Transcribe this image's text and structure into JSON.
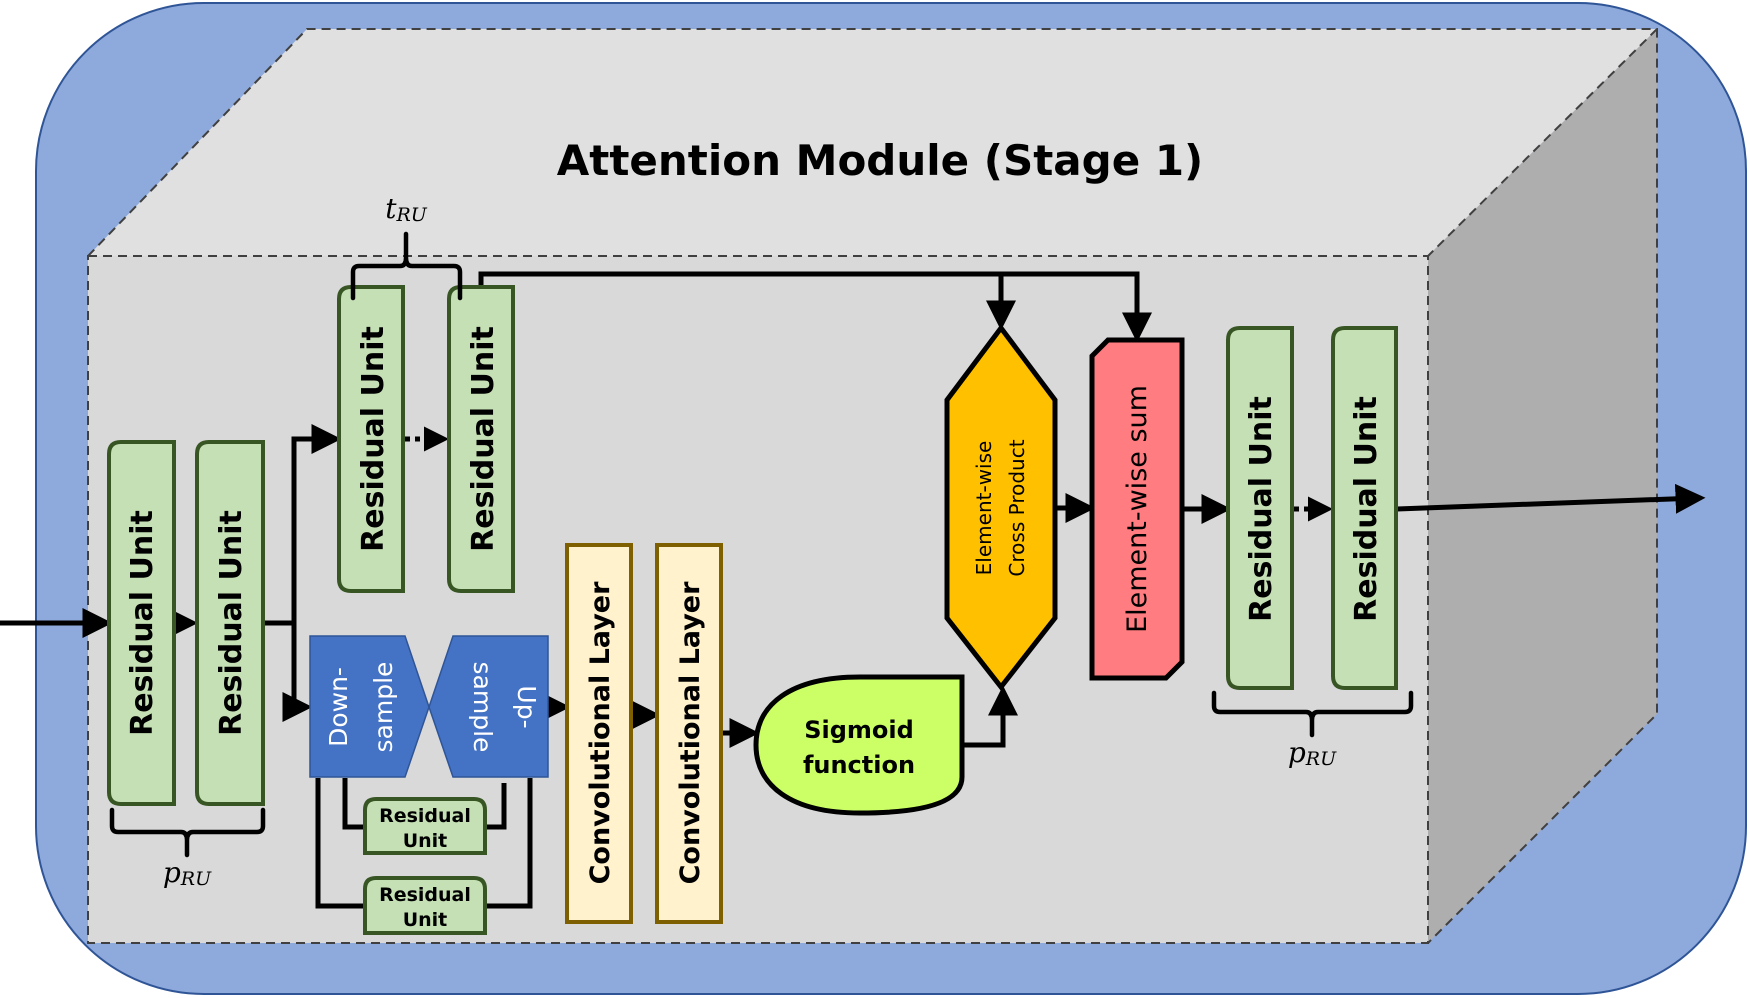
{
  "title": "Attention Module (Stage 1)",
  "colors": {
    "background_panel": "#8EA9DB",
    "panel_border": "#2F5597",
    "box_top_face": "#E0E0E0",
    "box_front_face": "#D9D9D9",
    "box_side_face": "#AEAEAE",
    "residual_unit_fill": "#C5E0B4",
    "residual_unit_border": "#375623",
    "sample_fill": "#4472C4",
    "conv_fill": "#FFF2CC",
    "conv_border": "#7F6000",
    "sigmoid_fill": "#CCFF66",
    "cross_product_fill": "#FFC000",
    "sum_fill": "#FF7C80"
  },
  "trunk_in": {
    "units": [
      {
        "label": "Residual Unit"
      },
      {
        "label": "Residual Unit"
      }
    ],
    "brace_label": {
      "base": "p",
      "sub": "RU"
    }
  },
  "trunk_branch": {
    "units": [
      {
        "label": "Residual Unit"
      },
      {
        "label": "Residual Unit"
      }
    ],
    "brace_label": {
      "base": "t",
      "sub": "RU"
    }
  },
  "mask_branch": {
    "downsample_label": [
      "Down-",
      "sample"
    ],
    "upsample_label": [
      "Up-",
      "sample"
    ],
    "skip_units": [
      {
        "label": [
          "Residual",
          "Unit"
        ]
      },
      {
        "label": [
          "Residual",
          "Unit"
        ]
      }
    ],
    "conv_layers": [
      {
        "label": "Convolutional Layer"
      },
      {
        "label": "Convolutional Layer"
      }
    ],
    "sigmoid_label": [
      "Sigmoid",
      "function"
    ]
  },
  "combine": {
    "cross_product_label": [
      "Element-wise",
      "Cross Product"
    ],
    "sum_label": "Element-wise sum"
  },
  "trunk_out": {
    "units": [
      {
        "label": "Residual Unit"
      },
      {
        "label": "Residual Unit"
      }
    ],
    "brace_label": {
      "base": "p",
      "sub": "RU"
    }
  }
}
